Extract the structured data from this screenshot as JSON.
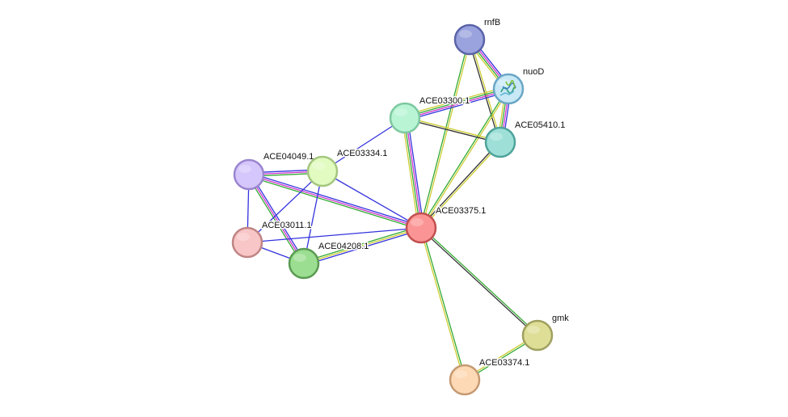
{
  "network": {
    "nodes": [
      {
        "id": "rnfB",
        "label": "rnfB",
        "fill": "#9aa3de",
        "stroke": "#5a63a8"
      },
      {
        "id": "nuoD",
        "label": "nuoD",
        "fill": "#c8e8f6",
        "stroke": "#6aa6c6",
        "has_structure": true
      },
      {
        "id": "ACE03300.1",
        "label": "ACE03300.1",
        "fill": "#b9f5d5",
        "stroke": "#7ec8a0"
      },
      {
        "id": "ACE05410.1",
        "label": "ACE05410.1",
        "fill": "#9ee0d8",
        "stroke": "#4fa39a"
      },
      {
        "id": "ACE04049.1",
        "label": "ACE04049.1",
        "fill": "#d5c6fb",
        "stroke": "#9a85cf"
      },
      {
        "id": "ACE03334.1",
        "label": "ACE03334.1",
        "fill": "#e2fbc0",
        "stroke": "#a4c67f"
      },
      {
        "id": "ACE03375.1",
        "label": "ACE03375.1",
        "fill": "#fb9595",
        "stroke": "#c24f4f"
      },
      {
        "id": "ACE03011.1",
        "label": "ACE03011.1",
        "fill": "#f8c6c6",
        "stroke": "#c08484"
      },
      {
        "id": "ACE04208.1",
        "label": "ACE04208.1",
        "fill": "#9bde91",
        "stroke": "#5a9b52"
      },
      {
        "id": "gmk",
        "label": "gmk",
        "fill": "#dede97",
        "stroke": "#a0a060"
      },
      {
        "id": "ACE03374.1",
        "label": "ACE03374.1",
        "fill": "#fdd9b5",
        "stroke": "#c59a72"
      }
    ],
    "edges": [
      {
        "a": "rnfB",
        "b": "nuoD",
        "colors": [
          "#3333dd",
          "#cc33cc",
          "#33aa33",
          "#cccc33"
        ]
      },
      {
        "a": "rnfB",
        "b": "ACE05410.1",
        "colors": [
          "#cccc33",
          "#333333"
        ]
      },
      {
        "a": "rnfB",
        "b": "ACE03375.1",
        "colors": [
          "#cccc33",
          "#33aa33"
        ]
      },
      {
        "a": "nuoD",
        "b": "ACE03300.1",
        "colors": [
          "#3333dd",
          "#cc33cc",
          "#33aa33",
          "#cccc33"
        ]
      },
      {
        "a": "nuoD",
        "b": "ACE05410.1",
        "colors": [
          "#3333dd",
          "#cc33cc",
          "#33aa33",
          "#cccc33"
        ]
      },
      {
        "a": "nuoD",
        "b": "ACE03375.1",
        "colors": [
          "#cccc33",
          "#33aa33"
        ]
      },
      {
        "a": "ACE03300.1",
        "b": "ACE05410.1",
        "colors": [
          "#cccc33",
          "#333333"
        ]
      },
      {
        "a": "ACE03300.1",
        "b": "ACE03375.1",
        "colors": [
          "#3333dd",
          "#cc33cc",
          "#33aa33",
          "#cccc33"
        ]
      },
      {
        "a": "ACE03300.1",
        "b": "ACE03334.1",
        "colors": [
          "#3333dd"
        ]
      },
      {
        "a": "ACE05410.1",
        "b": "ACE03375.1",
        "colors": [
          "#cccc33",
          "#333333"
        ]
      },
      {
        "a": "ACE04049.1",
        "b": "ACE03334.1",
        "colors": [
          "#3333dd",
          "#cc33cc",
          "#33aa33"
        ]
      },
      {
        "a": "ACE04049.1",
        "b": "ACE03375.1",
        "colors": [
          "#3333dd",
          "#cc33cc",
          "#33aa33"
        ]
      },
      {
        "a": "ACE04049.1",
        "b": "ACE03011.1",
        "colors": [
          "#3333dd"
        ]
      },
      {
        "a": "ACE04049.1",
        "b": "ACE04208.1",
        "colors": [
          "#3333dd",
          "#cc33cc",
          "#33aa33"
        ]
      },
      {
        "a": "ACE03334.1",
        "b": "ACE03375.1",
        "colors": [
          "#3333dd"
        ]
      },
      {
        "a": "ACE03334.1",
        "b": "ACE03011.1",
        "colors": [
          "#3333dd"
        ]
      },
      {
        "a": "ACE03334.1",
        "b": "ACE04208.1",
        "colors": [
          "#3333dd"
        ]
      },
      {
        "a": "ACE03375.1",
        "b": "ACE03011.1",
        "colors": [
          "#3333dd"
        ]
      },
      {
        "a": "ACE03375.1",
        "b": "ACE04208.1",
        "colors": [
          "#3333dd",
          "#cccc33",
          "#33aa33"
        ]
      },
      {
        "a": "ACE03375.1",
        "b": "gmk",
        "colors": [
          "#33aa33",
          "#333333"
        ]
      },
      {
        "a": "ACE03375.1",
        "b": "ACE03374.1",
        "colors": [
          "#33aa33",
          "#cccc33"
        ]
      },
      {
        "a": "ACE03011.1",
        "b": "ACE04208.1",
        "colors": [
          "#3333dd"
        ]
      },
      {
        "a": "gmk",
        "b": "ACE03374.1",
        "colors": [
          "#33aa33",
          "#cccc33"
        ]
      }
    ]
  }
}
